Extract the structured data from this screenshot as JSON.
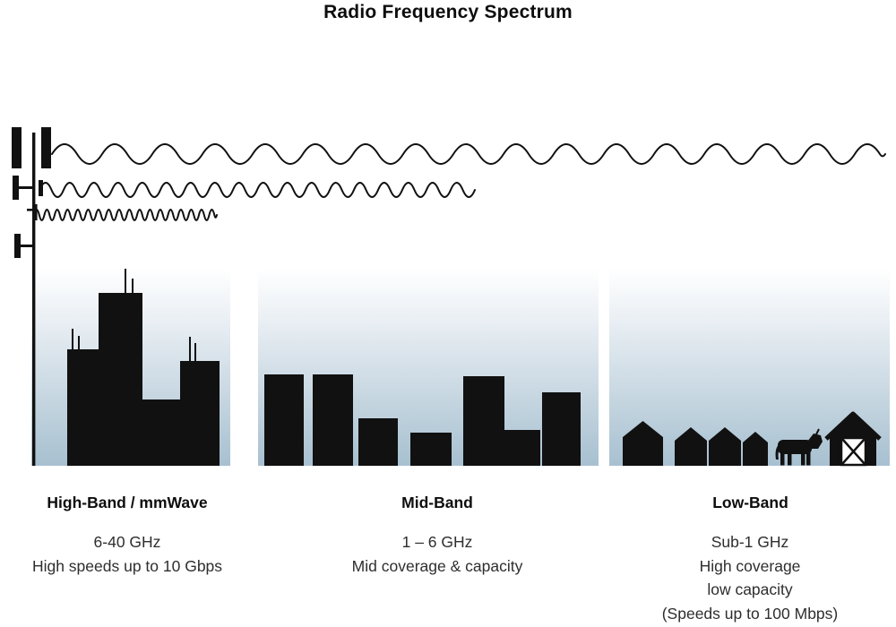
{
  "title": "Radio Frequency Spectrum",
  "bands": [
    {
      "id": "high-band",
      "label": "High-Band / mmWave",
      "lines": [
        "6-40 GHz",
        "High speeds up to 10 Gbps"
      ]
    },
    {
      "id": "mid-band",
      "label": "Mid-Band",
      "lines": [
        "1 – 6 GHz",
        "Mid coverage & capacity"
      ]
    },
    {
      "id": "low-band",
      "label": "Low-Band",
      "lines": [
        "Sub-1 GHz",
        "High coverage",
        "low capacity",
        "(Speeds up to 100 Mbps)"
      ]
    }
  ],
  "colors": {
    "ink": "#111111",
    "sky_gradient_top": "#ffffff",
    "sky_gradient_bottom": "#a7c0d0",
    "body_text": "#2e2e2e"
  },
  "icons": {
    "cell-tower-icon": "transmitter mast with antenna panels",
    "long-wave-icon": "long-wavelength low-frequency sine wave",
    "medium-wave-icon": "medium-wavelength sine wave",
    "short-wave-icon": "short-wavelength high-frequency sine wave",
    "city-skyline-icon": "tall skyscraper silhouettes with rooftop antennas",
    "town-skyline-icon": "mid-rise building silhouettes",
    "house-icon": "small house silhouette",
    "cow-icon": "cow silhouette",
    "barn-icon": "barn with crossed door"
  }
}
